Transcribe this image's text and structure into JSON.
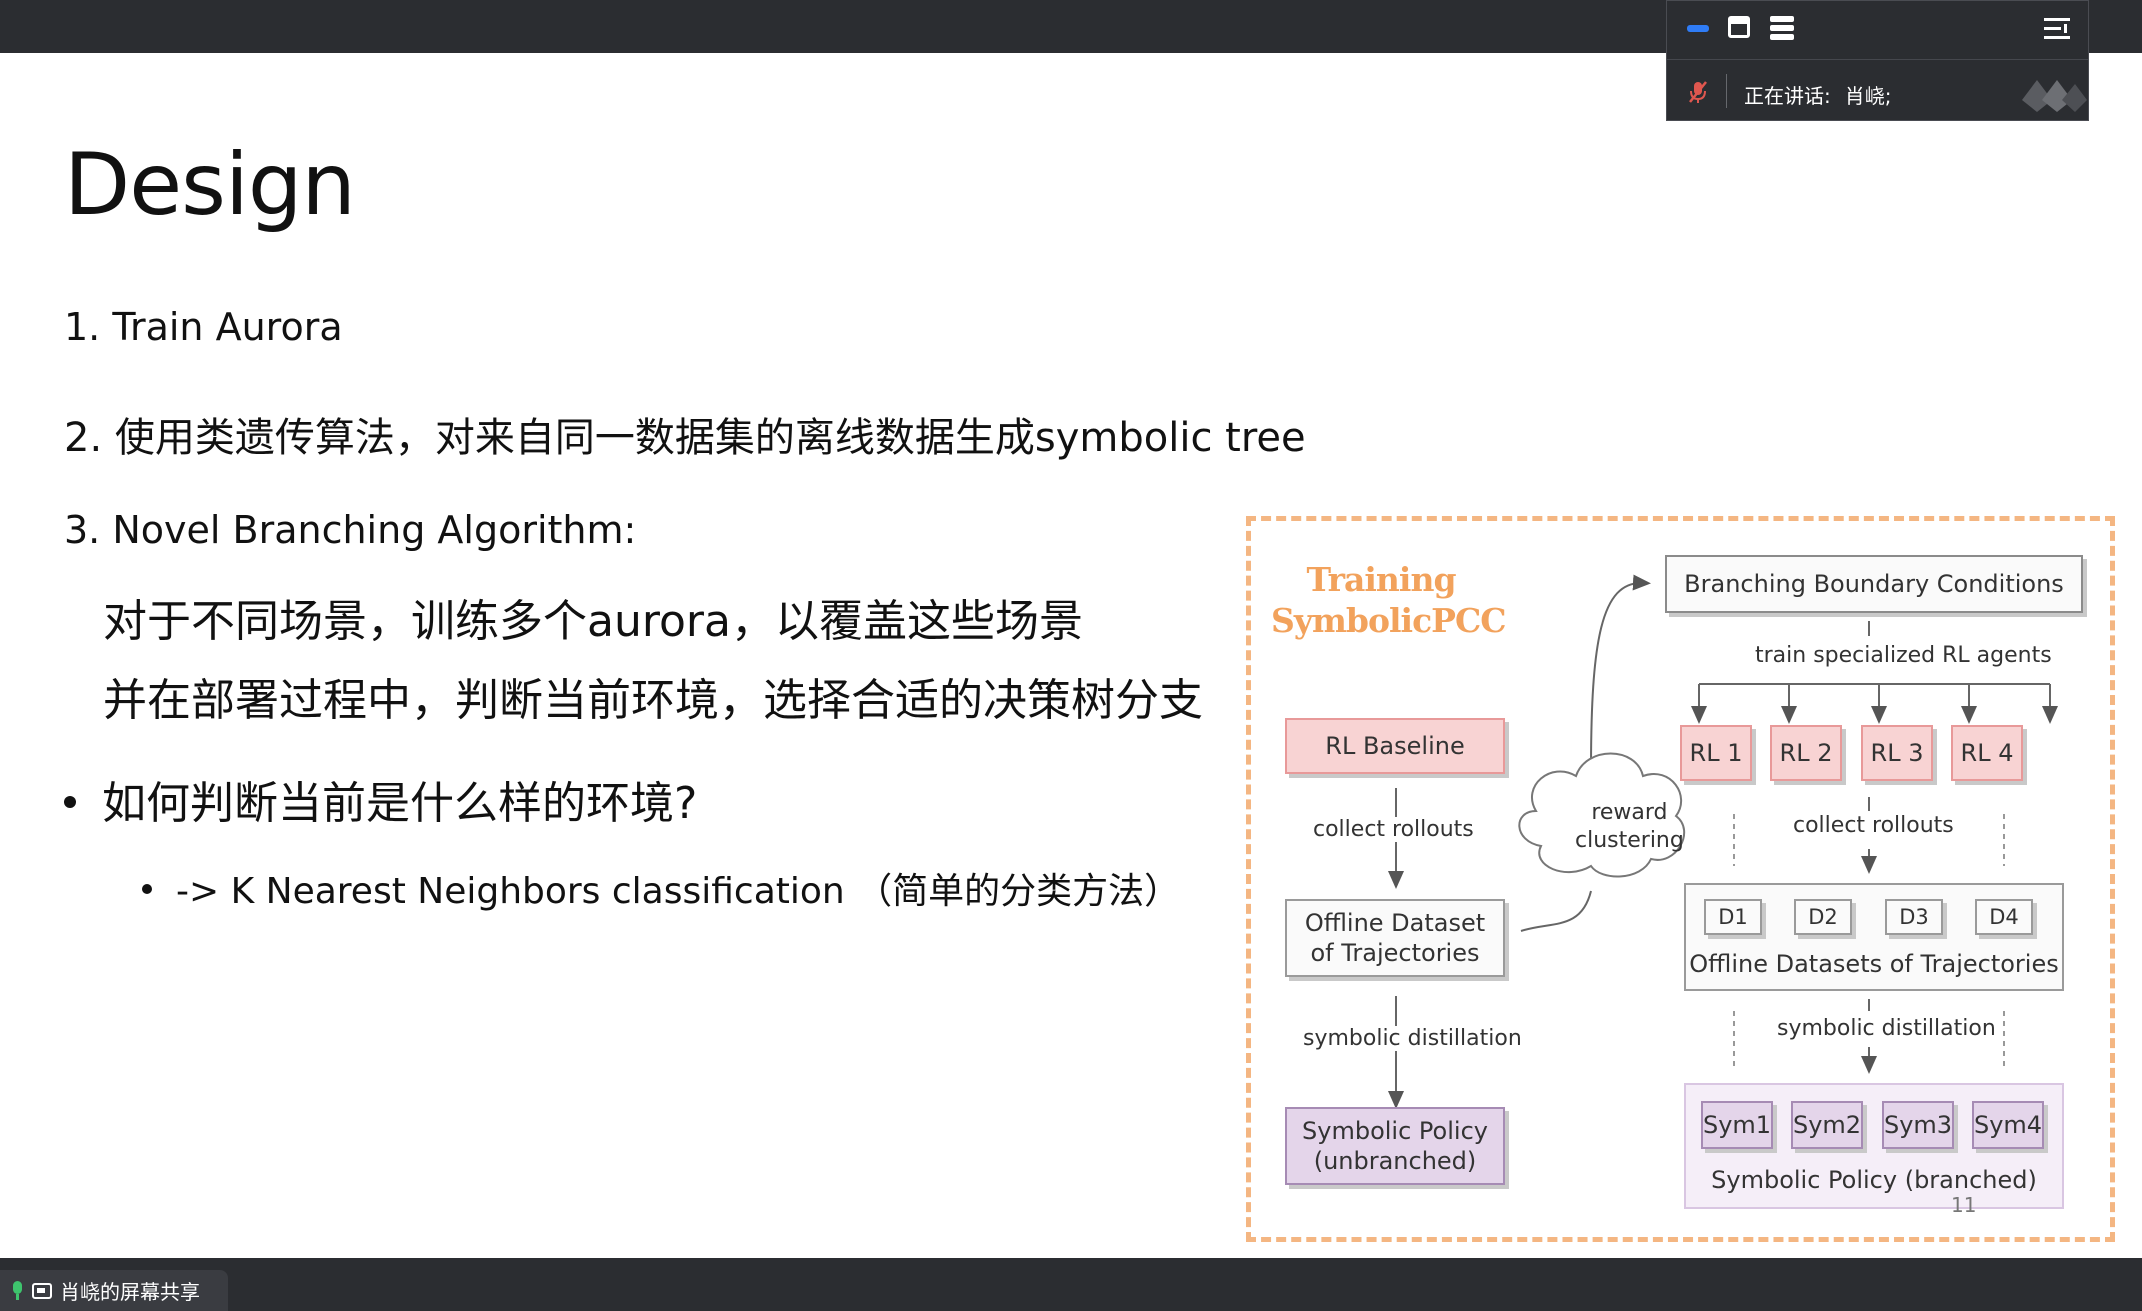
{
  "meeting": {
    "speaking_label": "正在讲话:",
    "speaker_name": "肖峣;",
    "share_label": "肖峣的屏幕共享"
  },
  "slide": {
    "title": "Design",
    "item1": "1. Train Aurora",
    "item2": "2. 使用类遗传算法，对来自同一数据集的离线数据生成symbolic tree",
    "item3": "3. Novel Branching Algorithm:",
    "item3_line1": "对于不同场景，训练多个aurora，以覆盖这些场景",
    "item3_line2": "并在部署过程中，判断当前环境，选择合适的决策树分支",
    "bullet1": "如何判断当前是什么样的环境?",
    "bullet2": "-> K Nearest Neighbors classification （简单的分类方法）",
    "page_number": "11"
  },
  "diagram": {
    "title_line1": "Training",
    "title_line2": "SymbolicPCC",
    "rl_baseline": "RL Baseline",
    "collect_rollouts_left": "collect rollouts",
    "offline_dataset_line1": "Offline Dataset",
    "offline_dataset_line2": "of Trajectories",
    "symbolic_distillation_left": "symbolic distillation",
    "symbolic_policy_line1": "Symbolic Policy",
    "symbolic_policy_line2": "(unbranched)",
    "reward_line1": "reward",
    "reward_line2": "clustering",
    "branching_boundary": "Branching Boundary Conditions",
    "train_specialized": "train specialized RL agents",
    "rl_agents": [
      "RL 1",
      "RL 2",
      "RL 3",
      "RL 4"
    ],
    "collect_rollouts_right": "collect rollouts",
    "datasets": [
      "D1",
      "D2",
      "D3",
      "D4"
    ],
    "offline_datasets": "Offline Datasets of Trajectories",
    "symbolic_distillation_right": "symbolic distillation",
    "syms": [
      "Sym1",
      "Sym2",
      "Sym3",
      "Sym4"
    ],
    "symbolic_branched": "Symbolic Policy (branched)"
  },
  "colors": {
    "bar": "#2b2d31",
    "accent_blue": "#2f7cf6",
    "mic_green": "#3ec46d",
    "dashed_border": "#f4b682",
    "title_orange": "#f2a25c",
    "pink_fill": "#f8d3d3",
    "purple_fill": "#e4d5ea"
  }
}
